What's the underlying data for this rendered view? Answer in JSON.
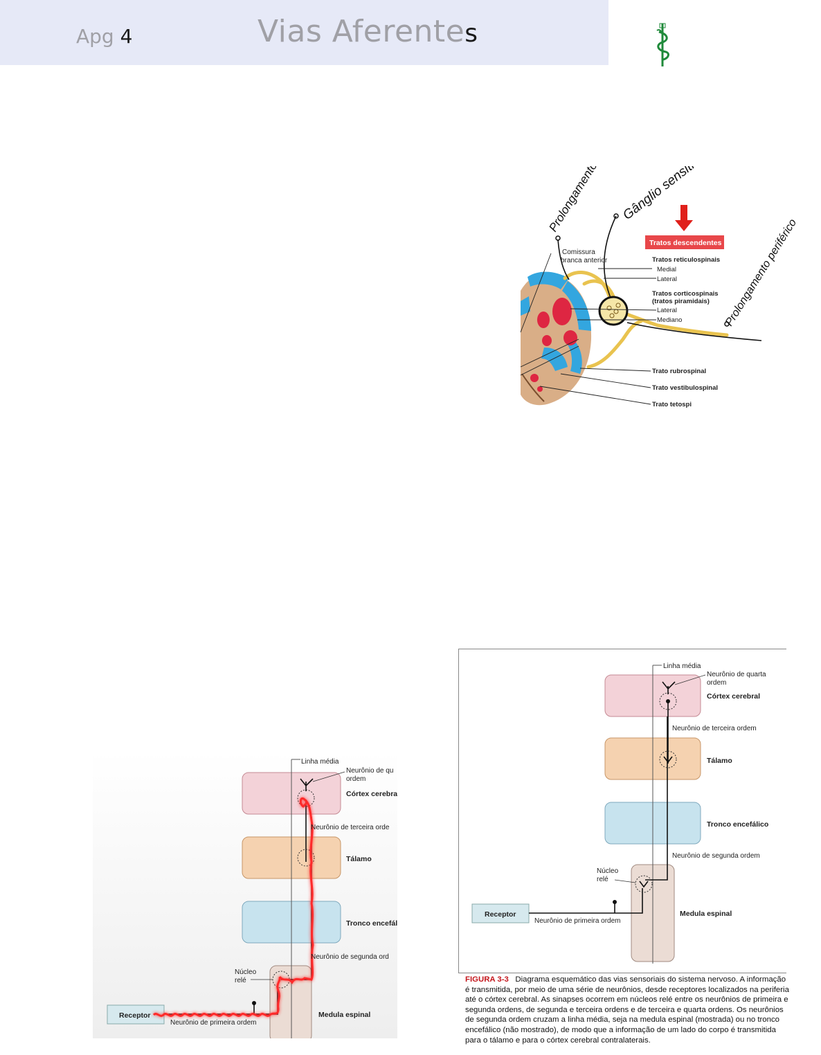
{
  "header": {
    "apg_label": "Apg",
    "apg_number": "4",
    "title_main": "Vias Aferente",
    "title_last": "s",
    "band_color": "#e6e9f7",
    "logo_icon": "asclepius-staff-icon",
    "logo_color": "#1f8a3a"
  },
  "spinal_figure": {
    "handwritten": {
      "central": "Prolongamento central",
      "ganglion": "Gânglio sensitivo",
      "peripheral": "Prolongamento periférico"
    },
    "labels": {
      "descending_tracts": "Tratos descendentes",
      "commissure_1": "Comissura",
      "commissure_2": "branca anterior",
      "reticulo": "Tratos reticulospinais",
      "medial": "Medial",
      "lateral": "Lateral",
      "cortico_1": "Tratos corticospinais",
      "cortico_2": "(tratos piramidais)",
      "lateral_2": "Lateral",
      "mediano": "Mediano",
      "rubro": "Trato rubrospinal",
      "vestibulo": "Trato vestibulospinal",
      "teto": "Trato tetospi"
    },
    "colors": {
      "arrow": "#e0201b",
      "badge": "#e8474a",
      "nerve": "#e9c34f",
      "tract_blue": "#33a6df",
      "tract_red": "#de2642"
    }
  },
  "diagram_left": {
    "midline": "Linha média",
    "fourth_order_1": "Neurônio de qu",
    "fourth_order_2": "ordem",
    "cortex": "Córtex cerebra",
    "third_order": "Neurônio de terceira orde",
    "thalamus": "Tálamo",
    "brainstem": "Tronco encefál",
    "second_order": "Neurônio de segunda ord",
    "relay_1": "Núcleo",
    "relay_2": "relé",
    "receptor": "Receptor",
    "first_order": "Neurônio de primeira ordem",
    "spinal_cord": "Medula espinal",
    "highlight_color": "#ff2a2a"
  },
  "diagram_right": {
    "midline": "Linha média",
    "fourth_order_1": "Neurônio de quarta",
    "fourth_order_2": "ordem",
    "cortex": "Córtex cerebral",
    "third_order": "Neurônio de terceira ordem",
    "thalamus": "Tálamo",
    "brainstem": "Tronco encefálico",
    "second_order": "Neurônio de segunda ordem",
    "relay_1": "Núcleo",
    "relay_2": "relé",
    "receptor": "Receptor",
    "first_order": "Neurônio de primeira ordem",
    "spinal_cord": "Medula espinal"
  },
  "caption": {
    "label": "FIGURA 3-3",
    "title": "Diagrama esquemático das vias sensoriais do sistema nervoso.",
    "body": "A informação é transmitida, por meio de uma série de neurônios, desde receptores localizados na periferia até o córtex cerebral. As sinapses ocorrem em núcleos relé entre os neurônios de primeira e segunda ordens, de segunda e terceira ordens e de terceira e quarta ordens. Os neurônios de segunda ordem cruzam a linha média, seja na medula espinal (mostrada) ou no tronco encefálico (não mostrado), de modo que a informação de um lado do corpo é transmitida para o tálamo e para o córtex cerebral contralaterais."
  },
  "box_colors": {
    "cortex": "#f3d2d8",
    "thalamus": "#f5d2b0",
    "brainstem": "#c7e3ee",
    "spinal": "#ebdcd4",
    "receptor": "#d6e9ee"
  }
}
